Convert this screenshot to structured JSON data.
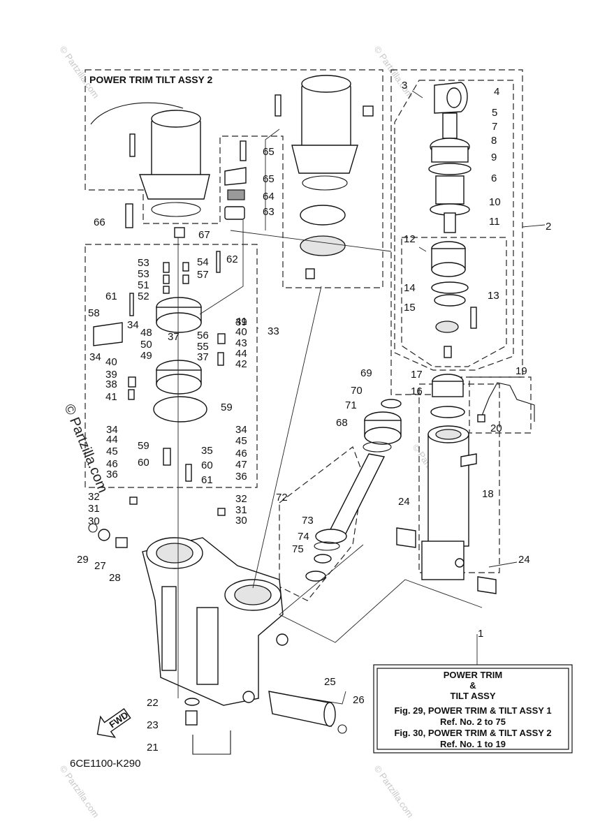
{
  "assy2_title": "POWER TRIM TILT ASSY 2",
  "diagram_code": "6CE1100-K290",
  "fwd_label": "FWD",
  "info_box": {
    "line1": "POWER TRIM",
    "line2": "&",
    "line3": "TILT ASSY",
    "line4": "Fig. 29, POWER TRIM & TILT ASSY 1",
    "line5": "Ref. No. 2 to 75",
    "line6": "Fig. 30, POWER TRIM & TILT ASSY 2",
    "line7": "Ref. No. 1 to 19"
  },
  "watermark": {
    "side_text": "© Partzilla.com",
    "corner_text": "© Partzilla.com"
  },
  "callouts": [
    "1",
    "2",
    "3",
    "4",
    "5",
    "7",
    "8",
    "9",
    "6",
    "10",
    "11",
    "12",
    "13",
    "14",
    "15",
    "16",
    "17",
    "18",
    "19",
    "20",
    "21",
    "22",
    "23",
    "24",
    "24",
    "25",
    "26",
    "27",
    "28",
    "29",
    "30",
    "30",
    "31",
    "31",
    "32",
    "32",
    "33",
    "34",
    "34",
    "34",
    "34",
    "35",
    "36",
    "36",
    "37",
    "37",
    "38",
    "39",
    "39",
    "40",
    "40",
    "41",
    "41",
    "42",
    "43",
    "44",
    "44",
    "45",
    "45",
    "46",
    "46",
    "47",
    "48",
    "49",
    "50",
    "51",
    "52",
    "53",
    "53",
    "54",
    "55",
    "56",
    "57",
    "58",
    "59",
    "59",
    "60",
    "60",
    "61",
    "61",
    "62",
    "63",
    "64",
    "65",
    "65",
    "66",
    "67",
    "68",
    "69",
    "70",
    "71",
    "72",
    "73",
    "74",
    "75"
  ]
}
